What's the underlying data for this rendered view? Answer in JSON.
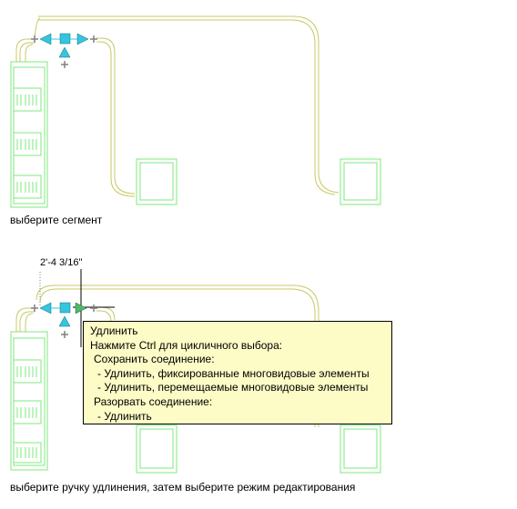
{
  "panel_top": {
    "caption": "выберите сегмент"
  },
  "panel_bottom": {
    "dimension_label": "2'-4 3/16\"",
    "caption": "выберите ручку удлинения, затем выберите режим редактирования",
    "tooltip": {
      "title": "Удлинить",
      "line1": "Нажмите Ctrl для цикличного выбора:",
      "line2": "Сохранить соединение:",
      "line3": "- Удлинить, фиксированные многовидовые элементы",
      "line4": "- Удлинить, перемещаемые многовидовые элементы",
      "line5": "Разорвать соединение:",
      "line6": "- Удлинить"
    }
  },
  "colors": {
    "background": "#ffffff",
    "wire": "#c8c864",
    "equipment": "#7de87d",
    "grip": "#33c6de",
    "tooltip_bg": "#fdfbc6"
  }
}
